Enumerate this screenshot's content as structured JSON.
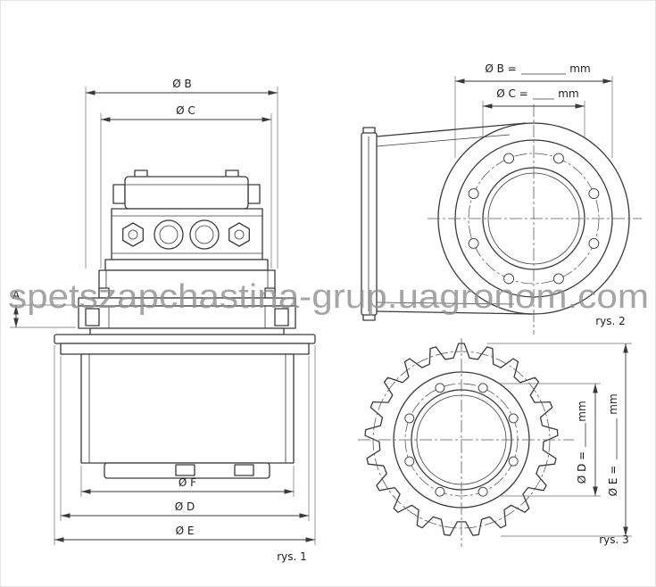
{
  "watermark": "spetszapchastina-grup.uagronom.com",
  "figures": {
    "fig1": {
      "caption": "rys. 1",
      "dims": {
        "b": "Ø B",
        "c": "Ø C",
        "a": "A",
        "f": "Ø F",
        "d": "Ø D",
        "e": "Ø E"
      }
    },
    "fig2": {
      "caption": "rys. 2",
      "dims": {
        "b_label": "Ø B =",
        "b_unit": "mm",
        "c_label": "Ø C =",
        "c_unit": "mm"
      }
    },
    "fig3": {
      "caption": "rys. 3",
      "dims": {
        "d_label": "Ø D =",
        "d_unit": "mm",
        "e_label": "Ø E =",
        "e_unit": "mm"
      }
    }
  }
}
